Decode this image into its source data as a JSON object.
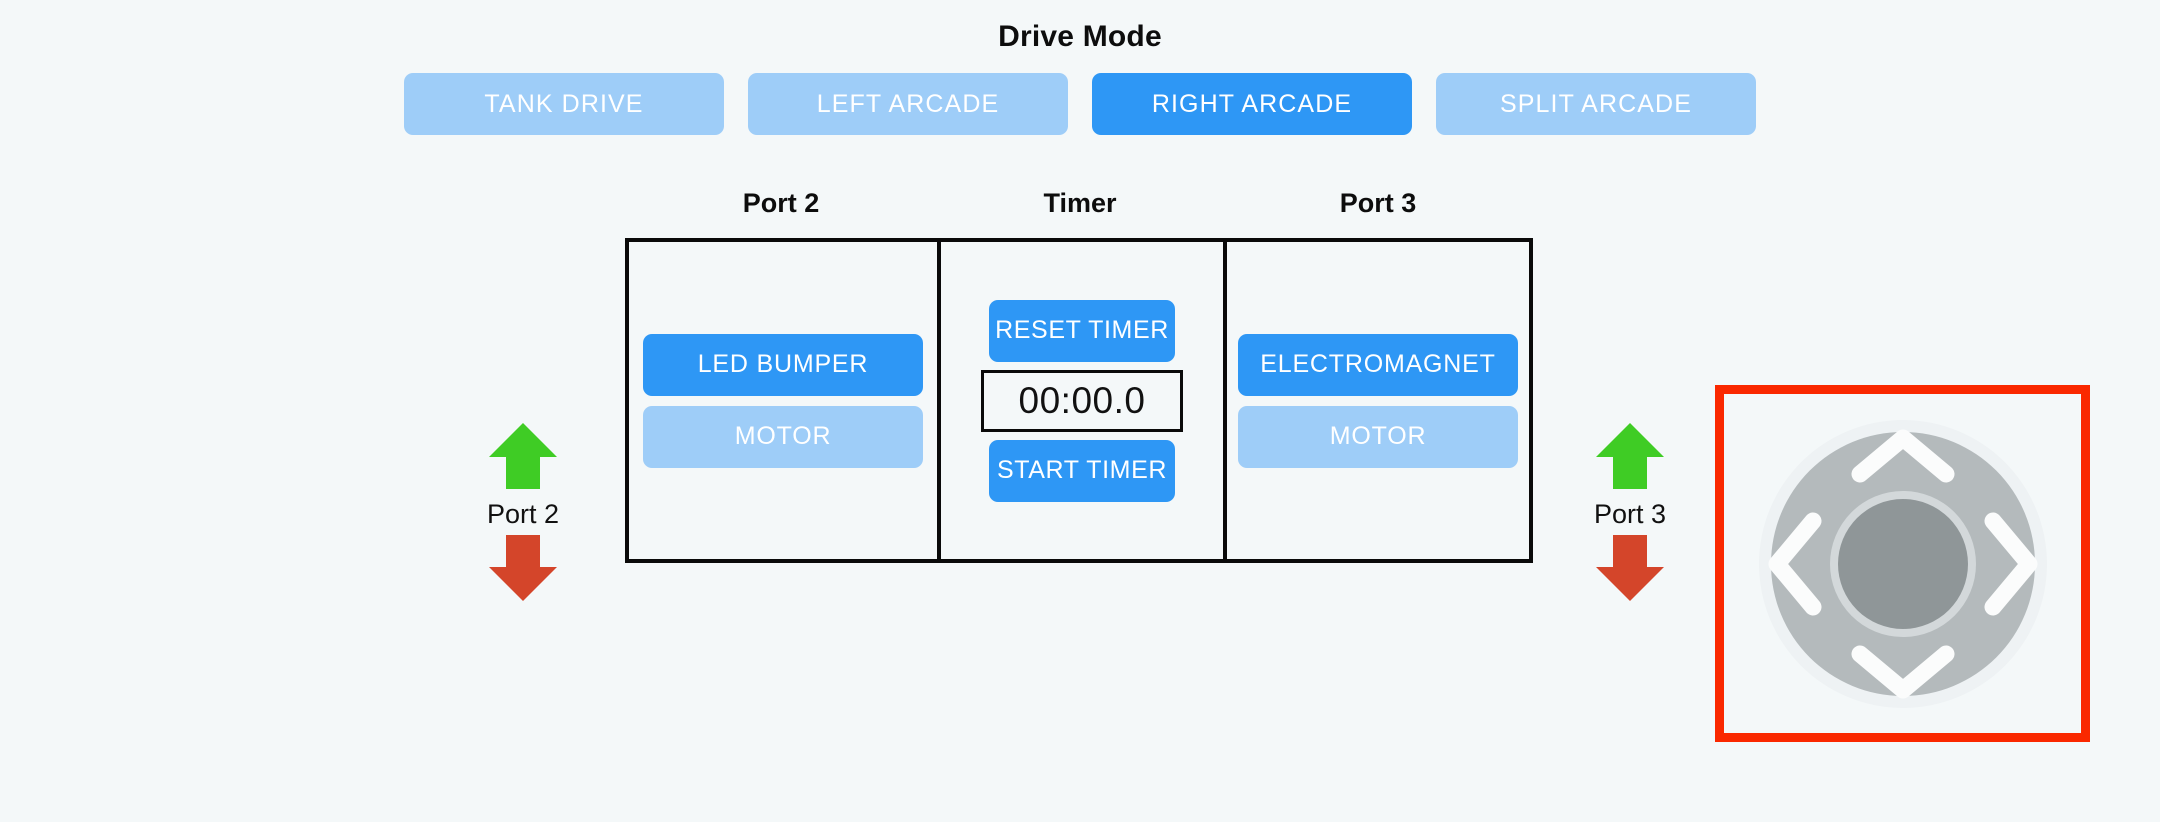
{
  "theme": {
    "background": "#f4f8f9",
    "accent_blue": "#2e97f5",
    "muted_blue": "#9ecdf8",
    "arrow_up_green": "#3fcc25",
    "arrow_down_red": "#d4452a",
    "highlight_red": "#fa2800",
    "dpad_outer_gray": "#b4babc",
    "dpad_inner_gray": "#8f9698",
    "text_dark": "#0d0d0d"
  },
  "drive_mode": {
    "title": "Drive Mode",
    "options": [
      {
        "label": "TANK DRIVE",
        "selected": false
      },
      {
        "label": "LEFT ARCADE",
        "selected": false
      },
      {
        "label": "RIGHT ARCADE",
        "selected": true
      },
      {
        "label": "SPLIT ARCADE",
        "selected": false
      }
    ],
    "selected": "RIGHT ARCADE"
  },
  "panels": {
    "headers": [
      "Port 2",
      "Timer",
      "Port 3"
    ],
    "port2": {
      "header": "Port 2",
      "buttons": [
        {
          "label": "LED BUMPER",
          "state": "active"
        },
        {
          "label": "MOTOR",
          "state": "inactive"
        }
      ]
    },
    "timer": {
      "header": "Timer",
      "reset_label": "RESET TIMER",
      "display": "00:00.0",
      "start_label": "START TIMER"
    },
    "port3": {
      "header": "Port 3",
      "buttons": [
        {
          "label": "ELECTROMAGNET",
          "state": "active"
        },
        {
          "label": "MOTOR",
          "state": "inactive"
        }
      ]
    }
  },
  "port_controls": [
    {
      "label": "Port 2",
      "up_icon": "arrow-up-icon",
      "down_icon": "arrow-down-icon"
    },
    {
      "label": "Port 3",
      "up_icon": "arrow-up-icon",
      "down_icon": "arrow-down-icon"
    }
  ],
  "dpad": {
    "highlighted": true,
    "up_icon": "chevron-up-icon",
    "down_icon": "chevron-down-icon",
    "left_icon": "chevron-left-icon",
    "right_icon": "chevron-right-icon",
    "center_icon": "dpad-center-button"
  }
}
